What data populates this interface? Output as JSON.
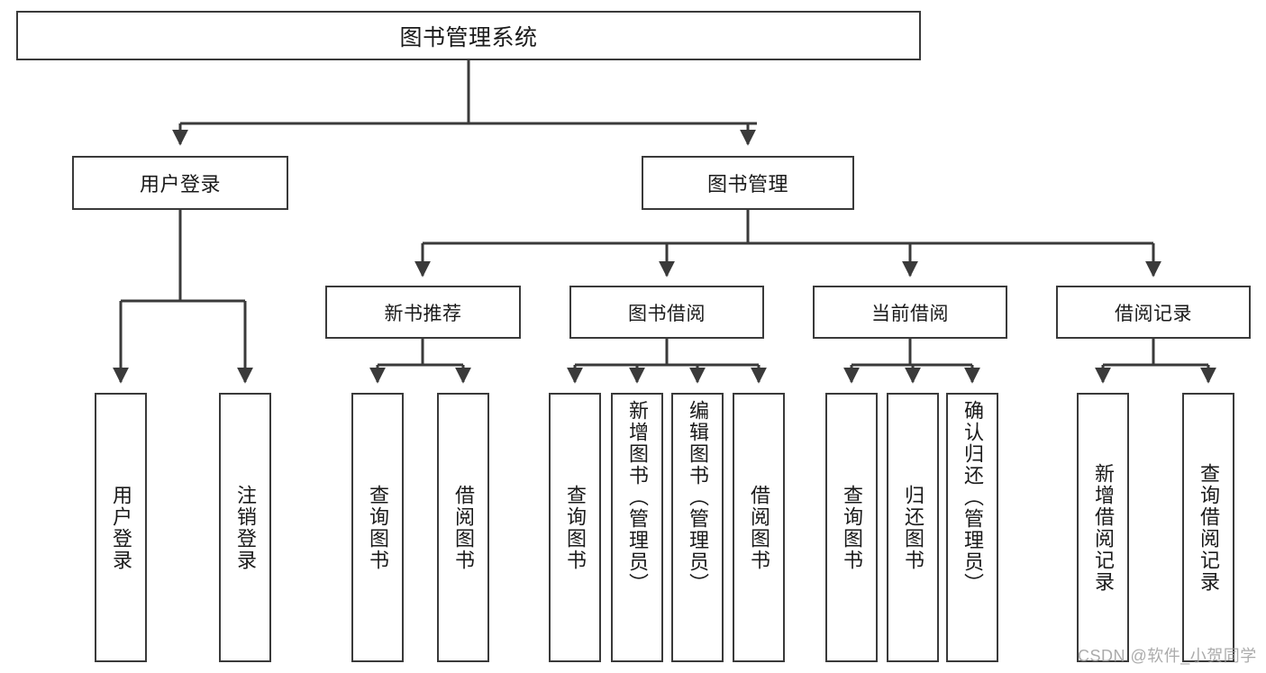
{
  "diagram": {
    "type": "hierarchy-tree",
    "title": "图书管理系统",
    "watermark": "CSDN @软件_小贺同学",
    "colors": {
      "stroke": "#3a3a3a",
      "background": "#ffffff",
      "text": "#1a1a1a",
      "watermark": "#9d9d9d"
    },
    "nodes": {
      "root": {
        "label": "图书管理系统"
      },
      "level1": [
        {
          "label": "用户登录"
        },
        {
          "label": "图书管理"
        }
      ],
      "level2": [
        {
          "label": "新书推荐"
        },
        {
          "label": "图书借阅"
        },
        {
          "label": "当前借阅"
        },
        {
          "label": "借阅记录"
        }
      ],
      "leaves": {
        "user_login": [
          {
            "label": "用户登录"
          },
          {
            "label": "注销登录"
          }
        ],
        "new_book_recommend": [
          {
            "label": "查询图书"
          },
          {
            "label": "借阅图书"
          }
        ],
        "book_borrow": [
          {
            "label": "查询图书"
          },
          {
            "label": "新增图书（管理员）"
          },
          {
            "label": "编辑图书（管理员）"
          },
          {
            "label": "借阅图书"
          }
        ],
        "current_borrow": [
          {
            "label": "查询图书"
          },
          {
            "label": "归还图书"
          },
          {
            "label": "确认归还（管理员）"
          }
        ],
        "borrow_record": [
          {
            "label": "新增借阅记录"
          },
          {
            "label": "查询借阅记录"
          }
        ]
      }
    }
  }
}
